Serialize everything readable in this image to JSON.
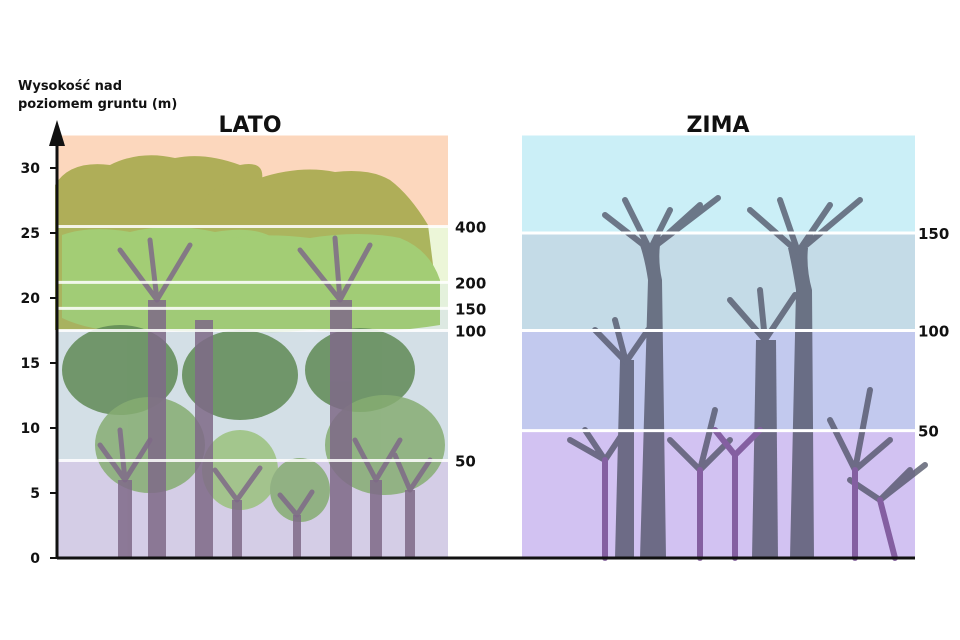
{
  "axis": {
    "title_line1": "Wysokość nad",
    "title_line2": "poziomem gruntu (m)",
    "ticks": [
      "0",
      "5",
      "10",
      "15",
      "20",
      "25",
      "30"
    ],
    "tick_values": [
      0,
      5,
      10,
      15,
      20,
      25,
      30
    ]
  },
  "summer": {
    "title": "LATO",
    "bands": [
      {
        "from": 0,
        "to": 7.5,
        "color": "#d4cde6"
      },
      {
        "from": 7.5,
        "to": 17.5,
        "color": "#d3dfe6"
      },
      {
        "from": 17.5,
        "to": 19.2,
        "color": "#dde9e2"
      },
      {
        "from": 19.2,
        "to": 21.2,
        "color": "#e4f1dc"
      },
      {
        "from": 21.2,
        "to": 25.5,
        "color": "#ecf6d8"
      },
      {
        "from": 25.5,
        "to": 32.5,
        "color": "#fcd7bd"
      }
    ],
    "levels": [
      {
        "label": "400",
        "height": 25.5
      },
      {
        "label": "200",
        "height": 21.2
      },
      {
        "label": "150",
        "height": 19.2
      },
      {
        "label": "100",
        "height": 17.5
      },
      {
        "label": "50",
        "height": 7.5
      }
    ]
  },
  "winter": {
    "title": "ZIMA",
    "bands": [
      {
        "from": 0,
        "to": 9.8,
        "color": "#d2c2f2"
      },
      {
        "from": 9.8,
        "to": 17.5,
        "color": "#c2c9ee"
      },
      {
        "from": 17.5,
        "to": 25.0,
        "color": "#c4dbe7"
      },
      {
        "from": 25.0,
        "to": 32.5,
        "color": "#cbeff7"
      }
    ],
    "levels": [
      {
        "label": "150",
        "height": 25.0
      },
      {
        "label": "100",
        "height": 17.5
      },
      {
        "label": "50",
        "height": 9.8
      }
    ]
  }
}
